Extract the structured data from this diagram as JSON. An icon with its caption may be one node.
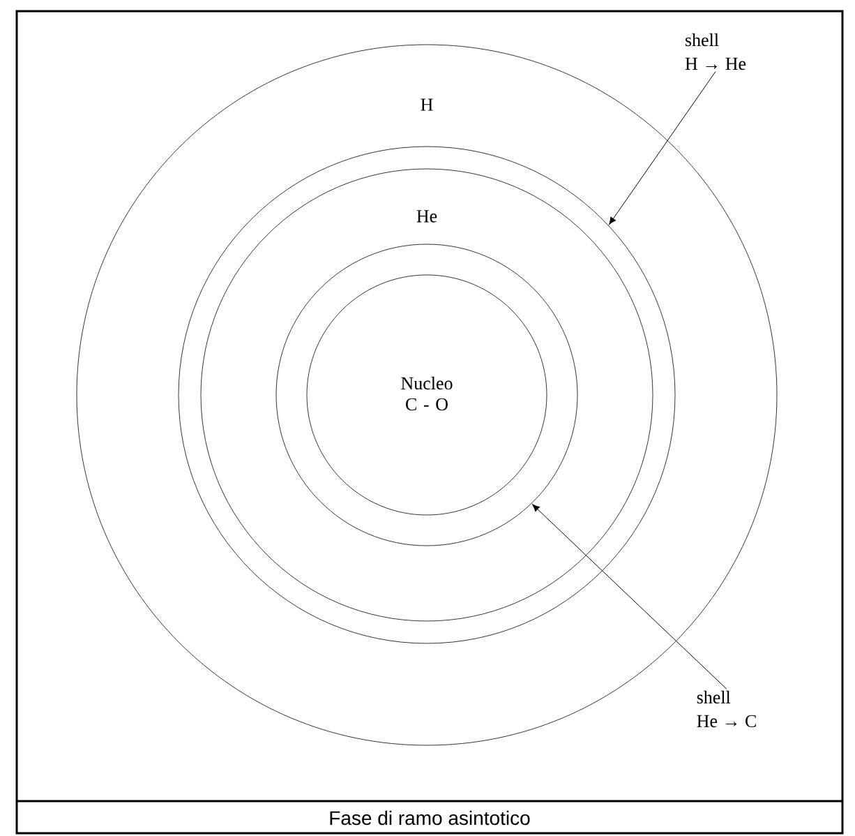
{
  "diagram": {
    "caption": "Fase di ramo asintotico",
    "nodes": [
      {
        "text": [
          "H"
        ]
      },
      {
        "text": [],
        "shape": "circle",
        "in": 0
      },
      {
        "text": [
          "He"
        ],
        "in": 1
      },
      {
        "text": [],
        "shape": "circle",
        "in": 2
      },
      {
        "text": [
          "Nucleo C - O"
        ],
        "in": 3
      },
      {
        "text": [
          "shell",
          "H → He"
        ]
      },
      {
        "text": [
          "shell",
          "He → C"
        ]
      }
    ],
    "edges": [
      {
        "from": 5,
        "to": 1,
        "arrow": "to"
      },
      {
        "from": 6,
        "to": 3,
        "arrow": "to"
      }
    ]
  }
}
